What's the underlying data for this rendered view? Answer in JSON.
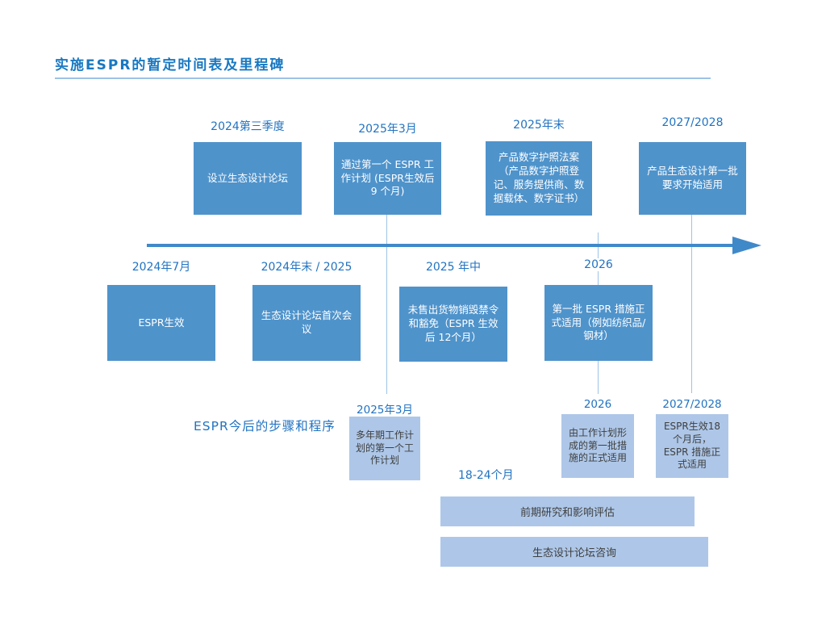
{
  "title": "实施ESPR的暂定时间表及里程碑",
  "colors": {
    "title_blue": "#1878C2",
    "label_blue": "#2173C2",
    "box_dark_blue": "#4F93CB",
    "box_light_blue": "#AEC7E8",
    "connector_blue": "#9DC3E6",
    "arrow_blue": "#4089C9",
    "light_box_text": "#3F3F3F"
  },
  "upper": {
    "items": [
      {
        "label": "2024第三季度",
        "text": "设立生态设计论坛"
      },
      {
        "label": "2025年3月",
        "text": "通过第一个 ESPR 工作计划 (ESPR生效后 9 个月)"
      },
      {
        "label": "2025年末",
        "text": "产品数字护照法案（产品数字护照登记、服务提供商、数据载体、数字证书）"
      },
      {
        "label": "2027/2028",
        "text": "产品生态设计第一批要求开始适用"
      }
    ]
  },
  "lower": {
    "items": [
      {
        "label": "2024年7月",
        "text": "ESPR生效"
      },
      {
        "label": "2024年末 / 2025",
        "text": "生态设计论坛首次会议"
      },
      {
        "label": "2025 年中",
        "text": "未售出货物销毁禁令和豁免（ESPR 生效后 12个月）"
      },
      {
        "label": "2026",
        "text": "第一批 ESPR 措施正式适用（例如纺织品/钢材）"
      }
    ]
  },
  "steps": {
    "heading": "ESPR今后的步骤和程序",
    "duration": "18-24个月",
    "items": [
      {
        "label": "2025年3月",
        "text": "多年期工作计划的第一个工作计划"
      },
      {
        "label": "2026",
        "text": "由工作计划形成的第一批措施的正式适用"
      },
      {
        "label": "2027/2028",
        "text": "ESPR生效18 个月后，ESPR 措施正式适用"
      }
    ],
    "bars": [
      "前期研究和影响评估",
      "生态设计论坛咨询"
    ]
  }
}
